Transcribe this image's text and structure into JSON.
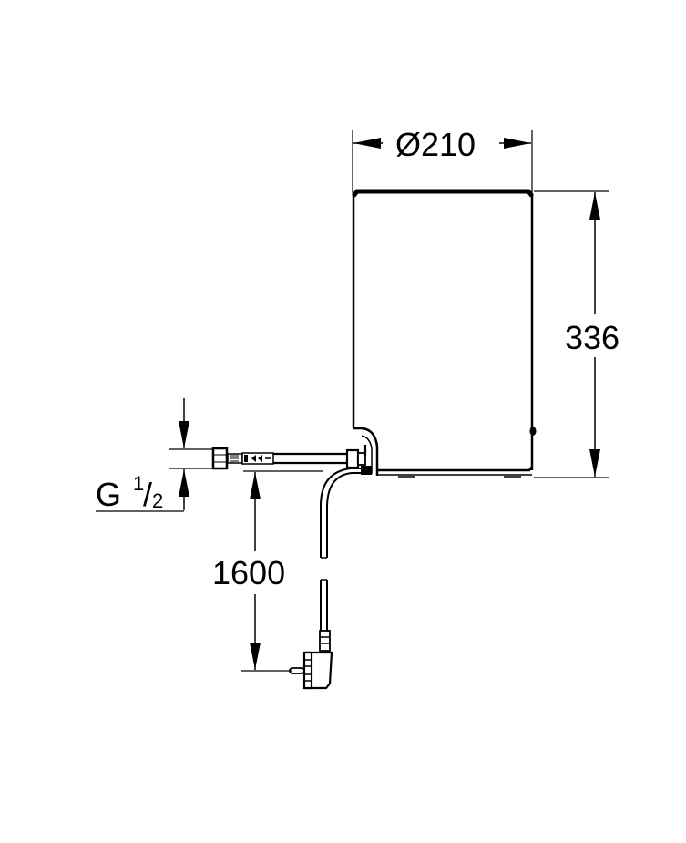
{
  "drawing": {
    "type": "technical dimension drawing",
    "subject": "cylindrical water heater/tank with flexible hose and power plug",
    "colors": {
      "line": "#000000",
      "background": "#ffffff"
    }
  },
  "dimensions": {
    "diameter": {
      "symbol": "Ø",
      "value": "210"
    },
    "height": {
      "value": "336"
    },
    "cable_length": {
      "value": "1600"
    },
    "thread": {
      "prefix": "G",
      "numerator": "1",
      "slash": "/",
      "denominator": "2"
    }
  }
}
